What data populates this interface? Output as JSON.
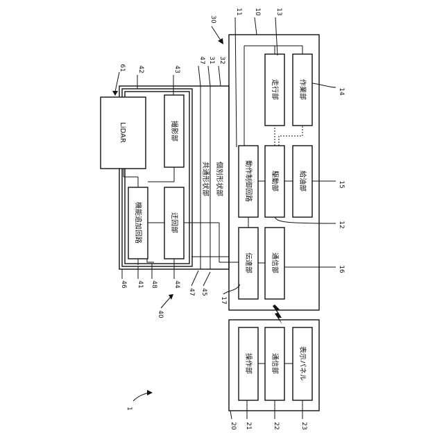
{
  "labels": {
    "lidar": "LiDAR",
    "camera": "撮影部",
    "func_add_circuit": "機能追加回路",
    "detour": "迂回部",
    "common_shape": "共通形状部",
    "individual_shape": "個別形状部",
    "motion_control": "動作制御回路",
    "drive": "駆動部",
    "refuel": "給油部",
    "travel": "走行部",
    "work": "作業部",
    "transmission": "伝達部",
    "comm_machine": "通信部",
    "operation": "操作部",
    "comm_terminal": "通信部",
    "display_panel": "表示パネル"
  },
  "refs": {
    "r61": "61",
    "r42": "42",
    "r43": "43",
    "r47a": "47",
    "r31": "31",
    "r32": "32",
    "r30": "30",
    "r11": "11",
    "r10": "10",
    "r13": "13",
    "r14": "14",
    "r15": "15",
    "r12": "12",
    "r16": "16",
    "r46": "46",
    "r41": "41",
    "r48": "48",
    "r44": "44",
    "r47b": "47",
    "r45": "45",
    "r17": "17",
    "r40": "40",
    "r1": "1",
    "r20": "20",
    "r21": "21",
    "r22": "22",
    "r23": "23"
  }
}
